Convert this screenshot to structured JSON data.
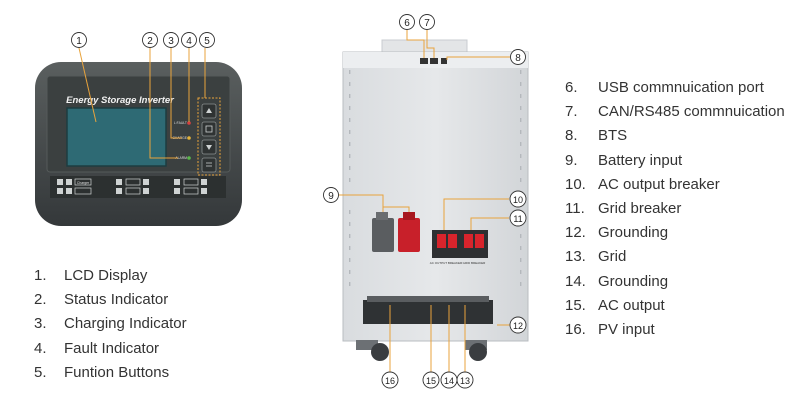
{
  "panel": {
    "title": "Energy Storage Inverter",
    "indicator_labels": [
      "L:FAULT",
      "CHARGE",
      "ALARM"
    ],
    "control_group_label": "Charger"
  },
  "cabinet": {
    "breaker_labels": [
      "AC OUTPUT BREAKER",
      "GRID BREAKER"
    ]
  },
  "callouts": {
    "panel": [
      "1",
      "2",
      "3",
      "4",
      "5"
    ],
    "cabinet": [
      "6",
      "7",
      "8",
      "9",
      "10",
      "11",
      "12",
      "13",
      "14",
      "15",
      "16"
    ]
  },
  "legend_left": [
    {
      "num": "1.",
      "label": "LCD Display"
    },
    {
      "num": "2.",
      "label": "Status Indicator"
    },
    {
      "num": "3.",
      "label": "Charging Indicator"
    },
    {
      "num": "4.",
      "label": "Fault Indicator"
    },
    {
      "num": "5.",
      "label": "Funtion Buttons"
    }
  ],
  "legend_right": [
    {
      "num": "6.",
      "label": "USB commnuication port"
    },
    {
      "num": "7.",
      "label": "CAN/RS485 commnuication"
    },
    {
      "num": "8.",
      "label": "BTS"
    },
    {
      "num": "9.",
      "label": "Battery input"
    },
    {
      "num": "10.",
      "label": "AC output breaker"
    },
    {
      "num": "11.",
      "label": "Grid breaker"
    },
    {
      "num": "12.",
      "label": "Grounding"
    },
    {
      "num": "13.",
      "label": "Grid"
    },
    {
      "num": "14.",
      "label": "Grounding"
    },
    {
      "num": "15.",
      "label": "AC output"
    },
    {
      "num": "16.",
      "label": "PV input"
    }
  ],
  "colors": {
    "screen": "#2e6a74",
    "bezel": "#3b3f3f",
    "callout_line": "#e8a33c",
    "battery_positive": "#c8202a",
    "breaker_handle": "#d8242c"
  }
}
